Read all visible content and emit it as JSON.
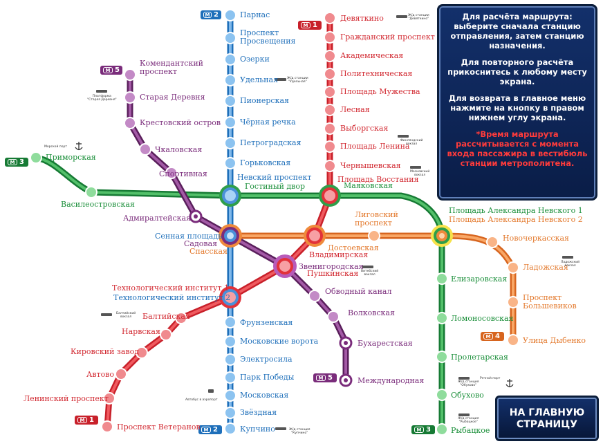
{
  "info": {
    "p1": "Для расчёта маршрута: выберите сначала станцию отправления, затем станцию назначения.",
    "p2": "Для повторного расчёта прикоснитесь к любому месту экрана.",
    "p3": "Для возврата в главное меню нажмите на кнопку в правом нижнем углу экрана.",
    "p4": "*Время маршрута рассчитывается с момента входа пассажира в вестибюль станции метрополитена."
  },
  "home_button": "НА ГЛАВНУЮ СТРАНИЦУ",
  "colors": {
    "red": "#e2323a",
    "blue": "#4a90d9",
    "green": "#2f9e4a",
    "orange": "#ef8a3c",
    "purple": "#7a2c7b",
    "panel": "#13306b"
  },
  "badges": {
    "line1": "1",
    "line2": "2",
    "line3": "3",
    "line4": "4",
    "line5": "5",
    "metro_glyph": "M"
  },
  "lines": {
    "red": [
      "Девяткино",
      "Гражданский проспект",
      "Академическая",
      "Политехническая",
      "Площадь Мужества",
      "Лесная",
      "Выборгская",
      "Площадь Ленина",
      "Чернышевская",
      "Площадь Восстания",
      "Владимирская",
      "Пушкинская",
      "Технологический институт 1",
      "Балтийская",
      "Нарвская",
      "Кировский завод",
      "Автово",
      "Ленинский проспект",
      "Проспект Ветеранов"
    ],
    "blue": [
      "Парнас",
      "Проспект Просвещения",
      "Озерки",
      "Удельная",
      "Пионерская",
      "Чёрная речка",
      "Петроградская",
      "Горьковская",
      "Невский проспект",
      "Сенная площадь",
      "Технологический институт 2",
      "Фрунзенская",
      "Московские ворота",
      "Электросила",
      "Парк Победы",
      "Московская",
      "Звёздная",
      "Купчино"
    ],
    "green": [
      "Приморская",
      "Василеостровская",
      "Гостиный двор",
      "Маяковская",
      "Площадь Александра Невского 1",
      "Елизаровская",
      "Ломоносовская",
      "Пролетарская",
      "Обухово",
      "Рыбацкое"
    ],
    "orange": [
      "Спасская",
      "Достоевская",
      "Лиговский проспект",
      "Площадь Александра Невского 2",
      "Новочеркасская",
      "Ладожская",
      "Проспект Большевиков",
      "Улица Дыбенко"
    ],
    "purple": [
      "Комендантский проспект",
      "Старая Деревня",
      "Крестовский остров",
      "Чкаловская",
      "Спортивная",
      "Адмиралтейская",
      "Садовая",
      "Звенигородская",
      "Обводный канал",
      "Волковская",
      "Бухарестская",
      "Международная"
    ]
  },
  "labels": {
    "devyatkino": "Девяткино",
    "grazhd": "Гражданский проспект",
    "akadem": "Академическая",
    "polytech": "Политехническая",
    "muzhestva": "Площадь Мужества",
    "lesnaya": "Лесная",
    "vyborg": "Выборгская",
    "lenina": "Площадь Ленина",
    "chernysh": "Чернышевская",
    "vosst": "Площадь Восстания",
    "vladim": "Владимирская",
    "pushk": "Пушкинская",
    "tech1": "Технологический институт 1",
    "tech2": "Технологический институт 2",
    "balt": "Балтийская",
    "narv": "Нарвская",
    "kirov": "Кировский завод",
    "avtovo": "Автово",
    "leninsky": "Ленинский проспект",
    "veteranov": "Проспект Ветеранов",
    "parnas": "Парнас",
    "prosvesh": "Проспект\nПросвещения",
    "ozerki": "Озерки",
    "udel": "Удельная",
    "pioner": "Пионерская",
    "cherrech": "Чёрная речка",
    "petrogr": "Петроградская",
    "gorkov": "Горьковская",
    "nevsky": "Невский проспект",
    "sennaya": "Сенная площадь",
    "frunz": "Фрунзенская",
    "moskvor": "Московские ворота",
    "elektro": "Электросила",
    "parkpob": "Парк Победы",
    "moskov": "Московская",
    "zvezd": "Звёздная",
    "kupchino": "Купчино",
    "primor": "Приморская",
    "vasil": "Василеостровская",
    "gostiny": "Гостиный двор",
    "mayak": "Маяковская",
    "alnev1": "Площадь Александра Невского 1",
    "alnev2": "Площадь Александра Невского 2",
    "elizar": "Елизаровская",
    "lomon": "Ломоносовская",
    "prolet": "Пролетарская",
    "obukhovo": "Обухово",
    "rybats": "Рыбацкое",
    "spasskaya": "Спасская",
    "dostoev": "Достоевская",
    "ligov": "Лиговский\nпроспект",
    "novocherk": "Новочеркасская",
    "ladozh": "Ладожская",
    "bolshev": "Проспект\nБольшевиков",
    "dybenko": "Улица Дыбенко",
    "komend": "Комендантский\nпроспект",
    "starder": "Старая Деревня",
    "krestov": "Крестовский остров",
    "chkal": "Чкаловская",
    "sport": "Спортивная",
    "admir": "Адмиралтейская",
    "sadovaya": "Садовая",
    "zvenig": "Звенигородская",
    "obvod": "Обводный канал",
    "volkov": "Волковская",
    "bukhar": "Бухарестская",
    "mezhdun": "Международная"
  },
  "notes": {
    "devyatkino_rail": "Ж/д станции\n\"Девяткино\"",
    "udel_rail": "Ж/д станции\n\"Удельная\"",
    "starder_rail": "Платформа\n\"Старая Деревня\"",
    "morport": "Морской порт",
    "finl": "Финляндский\nвокзал",
    "mosk": "Московский\nвокзал",
    "vitebsk": "Витебский\nвокзал",
    "balt_vokzal": "Балтийский\nвокзал",
    "ladozh_vokzal": "Ладожский\nвокзал",
    "rechport": "Речной порт",
    "obukhovo_rail": "Ж/д станция\n\"Обухово\"",
    "rybats_rail": "Ж/д станция\n\"Рыбацкое\"",
    "kupchino_rail": "Ж/д станция\n\"Купчино\"",
    "avtobus": "Автобус в аэропорт"
  }
}
